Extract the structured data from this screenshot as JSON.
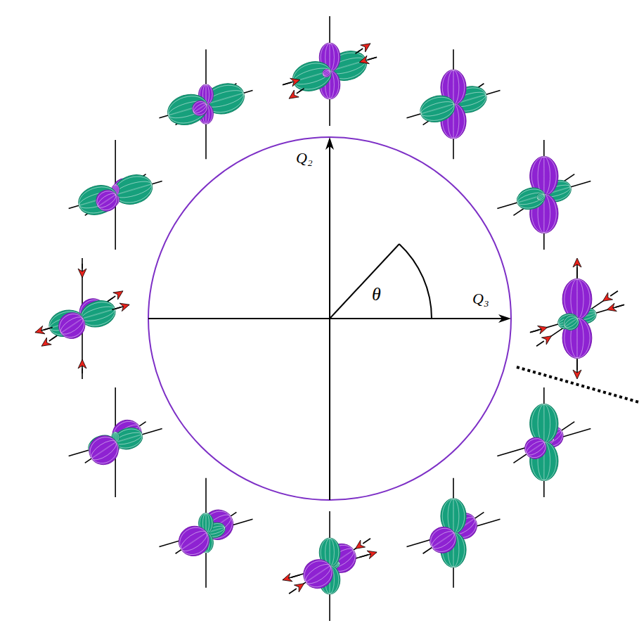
{
  "diagram": {
    "labels": [
      "Q₂",
      "Q₃",
      "θ"
    ]
  }
}
